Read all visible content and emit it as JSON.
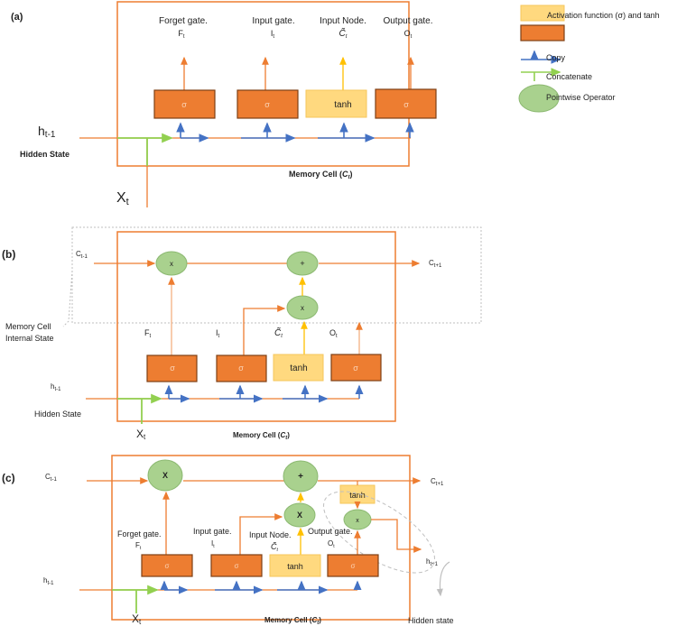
{
  "colors": {
    "orange": "#ED7D31",
    "orange_light": "#F4B183",
    "gate_fill": "#ED7D31",
    "gate_stroke": "#7F3F14",
    "tanh_fill": "#FFD97F",
    "tanh_stroke": "#F6C65B",
    "blue": "#4472C4",
    "green_line": "#92D050",
    "yellow": "#FFC000",
    "op_fill": "#A9D18E",
    "op_stroke": "#8BB870",
    "gray_dash": "#BFBFBF"
  },
  "legend": {
    "activation_label": "Activation function (σ) and tanh",
    "copy_label": "Copy",
    "concat_label": "Concatenate",
    "pointwise_label": "Pointwise Operator"
  },
  "panel_a": {
    "label": "(a)",
    "h_prev": "h",
    "h_prev_sub": "t-1",
    "hidden_state": "Hidden State",
    "x": "X",
    "x_sub": "t",
    "memory_cell": "Memory Cell (",
    "memory_cell_sym": "C",
    "memory_cell_sub": "t",
    "memory_cell_end": ")",
    "gates": [
      {
        "title": "Forget gate.",
        "sym": "F",
        "sub": "t",
        "func": "σ"
      },
      {
        "title": "Input gate.",
        "sym": "I",
        "sub": "t",
        "func": "σ"
      },
      {
        "title": "Input Node.",
        "sym": "C̃",
        "sub": "t",
        "func": "tanh"
      },
      {
        "title": "Output gate.",
        "sym": "O",
        "sub": "t",
        "func": "σ"
      }
    ]
  },
  "panel_b": {
    "label": "(b)",
    "c_prev": "C",
    "c_prev_sub": "t-1",
    "c_next": "C",
    "c_next_sub": "t+1",
    "internal_state_1": "Memory Cell",
    "internal_state_2": "Internal State",
    "h_prev": "h",
    "h_prev_sub": "t-1",
    "hidden_state": "Hidden State",
    "x": "X",
    "x_sub": "t",
    "memory_cell": "Memory Cell (",
    "memory_cell_sym": "C",
    "memory_cell_sub": "t",
    "memory_cell_end": ")",
    "ops": [
      "x",
      "+",
      "x"
    ],
    "gates": [
      {
        "sym": "F",
        "sub": "t",
        "func": "σ"
      },
      {
        "sym": "I",
        "sub": "t",
        "func": "σ"
      },
      {
        "sym": "C̃",
        "sub": "t",
        "func": "tanh"
      },
      {
        "sym": "O",
        "sub": "t",
        "func": "σ"
      }
    ]
  },
  "panel_c": {
    "label": "(c)",
    "c_prev": "C",
    "c_prev_sub": "t-1",
    "c_next": "C",
    "c_next_sub": "t+1",
    "h_prev": "h",
    "h_prev_sub": "t-1",
    "h_next": "h",
    "h_next_sub": "t+1",
    "hidden_state": "Hidden state",
    "x": "X",
    "x_sub": "t",
    "memory_cell": "Memory Cell (",
    "memory_cell_sym": "C",
    "memory_cell_sub": "t",
    "memory_cell_end": ")",
    "ops": [
      "X",
      "+",
      "X",
      "x"
    ],
    "out_tanh": "tanh",
    "gates": [
      {
        "title": "Forget gate.",
        "sym": "F",
        "sub": "t",
        "func": "σ"
      },
      {
        "title": "Input gate.",
        "sym": "I",
        "sub": "t",
        "func": "σ"
      },
      {
        "title": "Input Node.",
        "sym": "C̃",
        "sub": "t",
        "func": "tanh"
      },
      {
        "title": "Output gate.",
        "sym": "O",
        "sub": "t",
        "func": "σ"
      }
    ]
  }
}
